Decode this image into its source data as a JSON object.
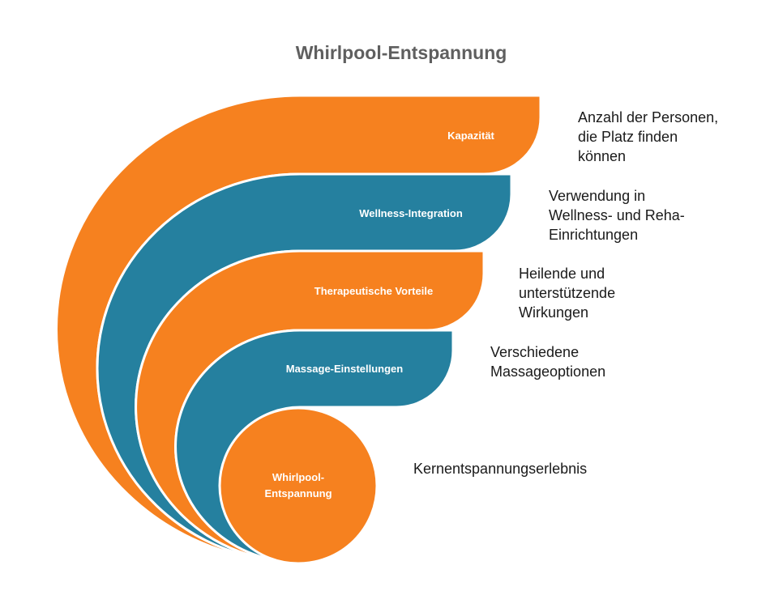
{
  "title": "Whirlpool-Entspannung",
  "colors": {
    "orange": "#F6811F",
    "teal": "#25809F",
    "text": "#1a1a1a",
    "title": "#5f5f5f"
  },
  "layers": [
    {
      "label": "Kapazität",
      "description": "Anzahl der Personen,\ndie Platz finden\nkönnen",
      "color": "orange"
    },
    {
      "label": "Wellness-Integration",
      "description": "Verwendung in\nWellness- und Reha-\nEinrichtungen",
      "color": "teal"
    },
    {
      "label": "Therapeutische Vorteile",
      "description": "Heilende und\nunterstützende\nWirkungen",
      "color": "orange"
    },
    {
      "label": "Massage-Einstellungen",
      "description": "Verschiedene\nMassageoptionen",
      "color": "teal"
    }
  ],
  "core": {
    "label_line1": "Whirlpool-",
    "label_line2": "Entspannung",
    "description": "Kernentspannungserlebnis",
    "color": "orange"
  }
}
